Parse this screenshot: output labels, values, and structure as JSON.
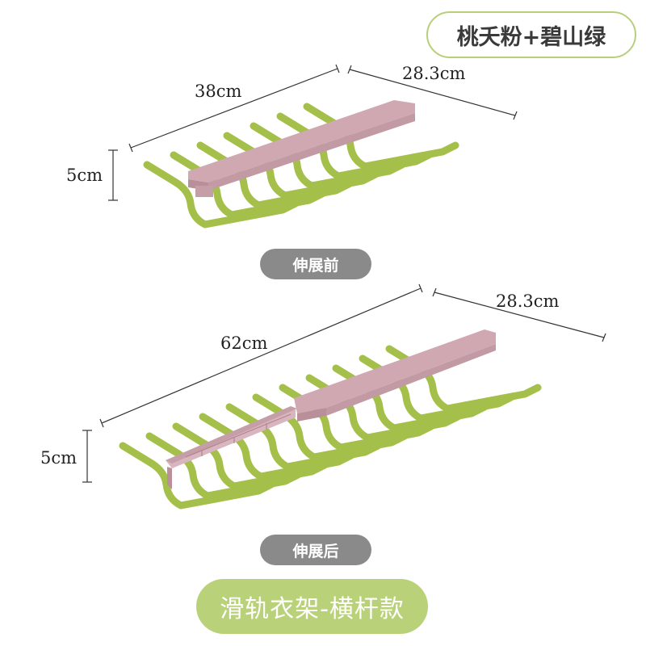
{
  "color_label": "桃夭粉+碧山绿",
  "before": {
    "width_label": "38cm",
    "depth_label": "28.3cm",
    "height_label": "5cm",
    "state_label": "伸展前"
  },
  "after": {
    "width_label": "62cm",
    "depth_label": "28.3cm",
    "height_label": "5cm",
    "state_label": "伸展后"
  },
  "product_title": "滑轨衣架-横杆款",
  "colors": {
    "hook_green": "#a5c04a",
    "rail_pink": "#cfa8b2",
    "accent_green": "#b9d27a",
    "pill_gray": "#8a8a8a"
  }
}
